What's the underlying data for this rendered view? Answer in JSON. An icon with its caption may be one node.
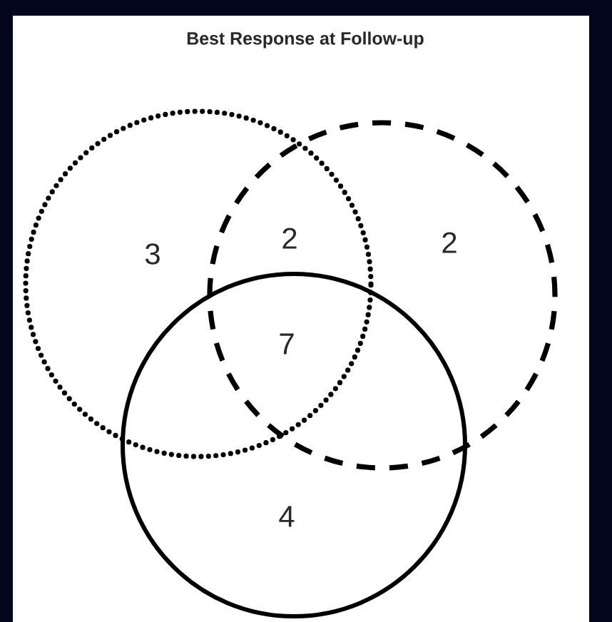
{
  "diagram": {
    "title": "Best Response at Follow-up",
    "nodes": [
      {
        "text": [],
        "shape": "circle"
      },
      {
        "text": [],
        "shape": "circle"
      },
      {
        "text": [],
        "shape": "circle"
      }
    ],
    "labels": [
      "3",
      "2",
      "2",
      "7",
      "4"
    ]
  }
}
